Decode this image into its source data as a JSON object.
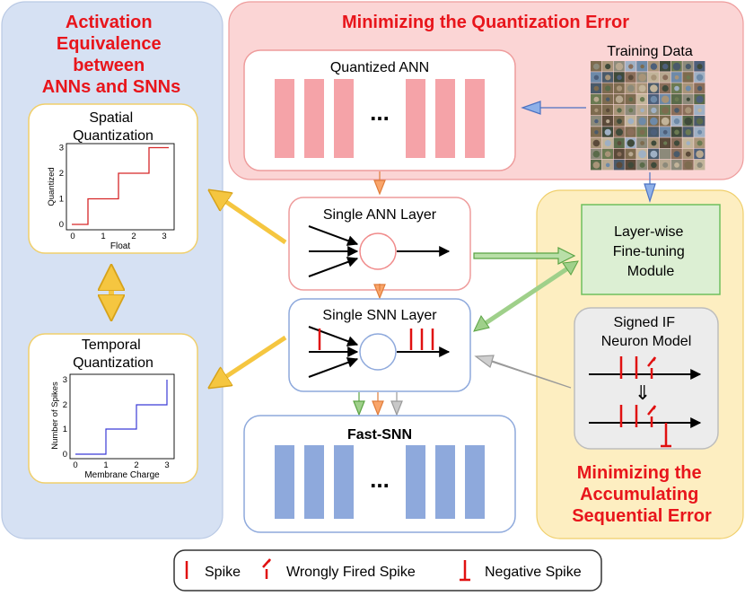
{
  "panels": {
    "activation": {
      "title_lines": [
        "Activation",
        "Equivalence",
        "between",
        "ANNs and SNNs"
      ]
    },
    "quant_error": {
      "title": "Minimizing the Quantization Error"
    },
    "sequential": {
      "title_lines": [
        "Minimizing the",
        "Accumulating",
        "Sequential Error"
      ]
    }
  },
  "spatial": {
    "title_lines": [
      "Spatial",
      "Quantization"
    ],
    "xlabel": "Float",
    "ylabel": "Quantized",
    "xticks": [
      "0",
      "1",
      "2",
      "3"
    ],
    "yticks": [
      "0",
      "1",
      "2",
      "3"
    ],
    "curve_color": "#d62728"
  },
  "temporal": {
    "title_lines": [
      "Temporal",
      "Quantization"
    ],
    "xlabel": "Membrane Charge",
    "ylabel": "Number of Spikes",
    "xticks": [
      "0",
      "1",
      "2",
      "3"
    ],
    "yticks": [
      "0",
      "1",
      "2",
      "3"
    ],
    "curve_color": "#3b3bd6"
  },
  "quantized_ann": {
    "label": "Quantized ANN",
    "ellipsis": "..."
  },
  "training_data": {
    "label": "Training  Data"
  },
  "single_ann": {
    "label": "Single ANN Layer"
  },
  "single_snn": {
    "label": "Single SNN Layer"
  },
  "finetune": {
    "lines": [
      "Layer-wise",
      "Fine-tuning",
      "Module"
    ]
  },
  "signed_if": {
    "lines": [
      "Signed IF",
      "Neuron Model"
    ],
    "implies": "⇓"
  },
  "fast_snn": {
    "label": "Fast-SNN",
    "ellipsis": "..."
  },
  "legend": {
    "items": [
      "Spike",
      "Wrongly Fired Spike",
      "Negative  Spike"
    ]
  },
  "colors": {
    "title_red": "#e8151b",
    "left_panel": "#d6e1f3",
    "top_panel": "#fbd5d5",
    "right_panel": "#fdeec1",
    "ann_bar": "#f5a3a8",
    "snn_bar": "#8ea9dc",
    "spike_red": "#e01010",
    "finetune_fill": "#dcefd3",
    "finetune_border": "#6fbf5e"
  }
}
